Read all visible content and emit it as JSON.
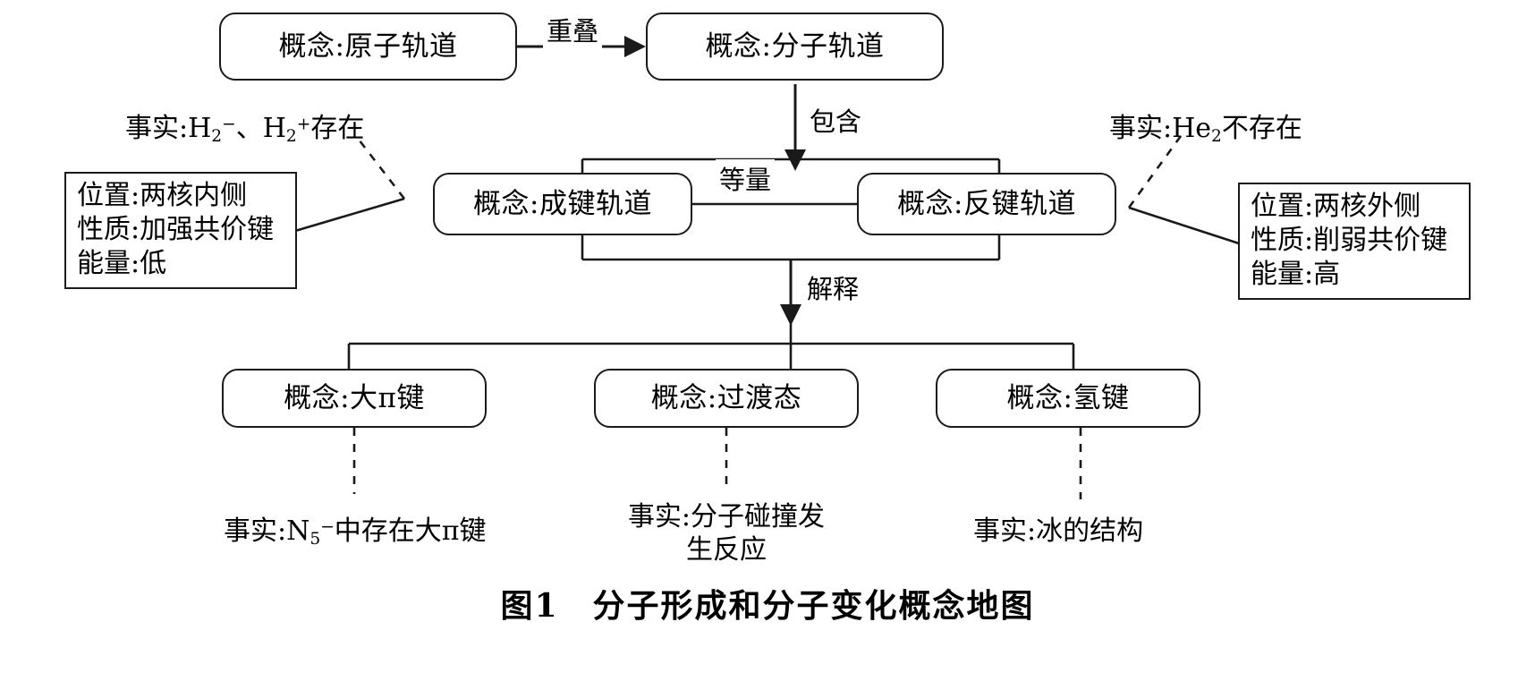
{
  "figure": {
    "caption": "图1　分子形成和分子变化概念地图",
    "type": "concept-map",
    "line_color": "#1a1a1a",
    "background": "#ffffff"
  },
  "nodes": [
    {
      "id": "atomic-orbital",
      "label": "概念:原子轨道"
    },
    {
      "id": "molecular-orbital",
      "label": "概念:分子轨道"
    },
    {
      "id": "bonding-orbital",
      "label": "概念:成键轨道"
    },
    {
      "id": "antibonding-orbital",
      "label": "概念:反键轨道"
    },
    {
      "id": "large-pi-bond",
      "label": "概念:大π键"
    },
    {
      "id": "transition-state",
      "label": "概念:过渡态"
    },
    {
      "id": "hydrogen-bond",
      "label": "概念:氢键"
    }
  ],
  "link_labels": {
    "overlap": "重叠",
    "contains": "包含",
    "equal_amount": "等量",
    "explains": "解释"
  },
  "attribute_boxes": {
    "bonding": {
      "position_label": "位置:两核内侧",
      "property_label": "性质:加强共价键",
      "energy_label": "能量:低"
    },
    "antibonding": {
      "position_label": "位置:两核外侧",
      "property_label": "性质:削弱共价键",
      "energy_label": "能量:高"
    }
  },
  "facts": {
    "bonding_fact_prefix": "事实:H",
    "bonding_fact_html": "事实:H₂⁻、H₂⁺存在",
    "antibonding_fact_html": "事实:He₂不存在",
    "large_pi_fact_html": "事实:N₅⁻中存在大π键",
    "transition_fact_line1": "事实:分子碰撞发",
    "transition_fact_line2": "生反应",
    "hydrogen_fact": "事实:冰的结构"
  }
}
